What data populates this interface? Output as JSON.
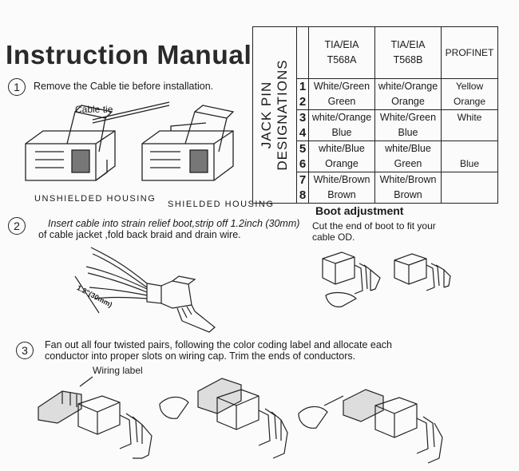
{
  "title": "Instruction Manual",
  "steps": [
    {
      "number": "1",
      "text": "Remove the Cable tie before installation."
    },
    {
      "number": "2",
      "text_line1": "Insert cable into strain relief boot,strip off 1.2inch (30mm)",
      "text_line2": "of cable jacket ,fold back braid and drain wire."
    },
    {
      "number": "3",
      "text_line1": "Fan out all four twisted pairs, following the color coding label and allocate each",
      "text_line2": "conductor into proper slots on wiring cap. Trim the ends of conductors."
    }
  ],
  "labels": {
    "cable_tie": "Cable tie",
    "unshielded": "UNSHIELDED  HOUSING",
    "shielded": "SHIELDED  HOUSING",
    "dimension": "1.2\"(30mm)",
    "wiring_label": "Wiring label"
  },
  "boot": {
    "title": "Boot adjustment",
    "line1": "Cut the end of boot to fit your",
    "line2": "cable OD."
  },
  "table": {
    "row_label_line1": "JACK PIN",
    "row_label_line2": "DESIGNATIONS",
    "headers": [
      {
        "line1": "TIA/EIA",
        "line2": "T568A"
      },
      {
        "line1": "TIA/EIA",
        "line2": "T568B"
      },
      {
        "line1": "PROFINET",
        "line2": ""
      }
    ],
    "groups": [
      {
        "pins": [
          "1",
          "2"
        ],
        "a": [
          "White/Green",
          "Green"
        ],
        "b": [
          "white/Orange",
          "Orange"
        ],
        "p": [
          "Yellow",
          "Orange"
        ]
      },
      {
        "pins": [
          "3",
          "4"
        ],
        "a": [
          "white/Orange",
          "Blue"
        ],
        "b": [
          "White/Green",
          "Blue"
        ],
        "p": [
          "White",
          ""
        ]
      },
      {
        "pins": [
          "5",
          "6"
        ],
        "a": [
          "white/Blue",
          "Orange"
        ],
        "b": [
          "white/Blue",
          "Green"
        ],
        "p": [
          "",
          "Blue"
        ]
      },
      {
        "pins": [
          "7",
          "8"
        ],
        "a": [
          "White/Brown",
          "Brown"
        ],
        "b": [
          "White/Brown",
          "Brown"
        ],
        "p": [
          "",
          ""
        ]
      }
    ]
  }
}
